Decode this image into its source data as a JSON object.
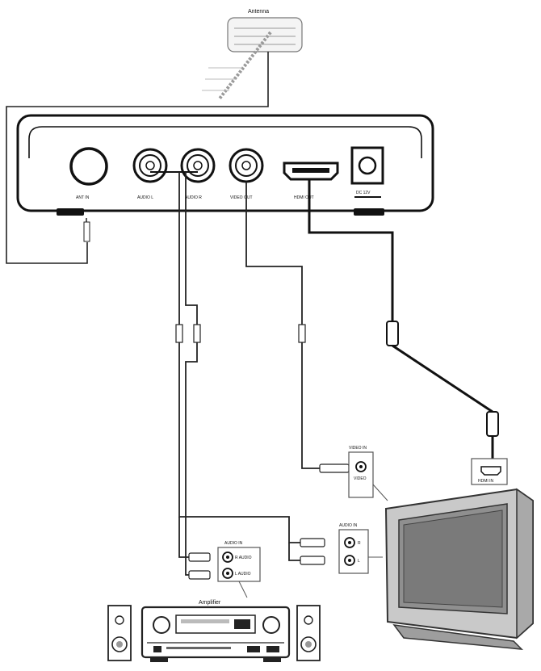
{
  "antenna": {
    "label": "Antenna"
  },
  "set_top_box": {
    "ports": {
      "ant_in": "ANT IN",
      "audio_l": "AUDIO L",
      "audio_r": "AUDIO R",
      "video_out": "VIDEO OUT",
      "hdmi_out": "HDMI OUT",
      "dc_in": "DC 12V"
    }
  },
  "tv": {
    "video_in_label": "VIDEO IN",
    "video_sub": "VIDEO",
    "audio_in_label": "AUDIO IN",
    "audio_r": "R",
    "audio_l": "L",
    "hdmi_label": "HDMI IN"
  },
  "amplifier": {
    "label": "Amplifier",
    "audio_in_label": "AUDIO IN",
    "r_audio": "R AUDIO",
    "l_audio": "L AUDIO"
  }
}
